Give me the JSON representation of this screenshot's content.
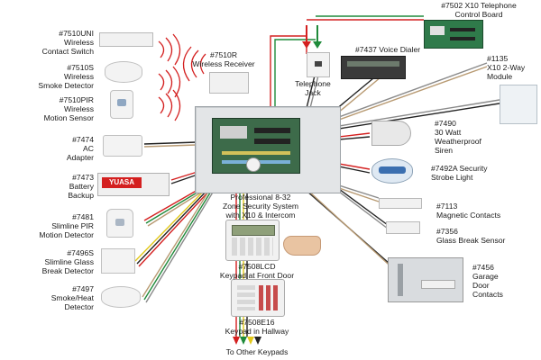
{
  "labels": {
    "contact_switch": "#7510UNI\nWireless\nContact Switch",
    "smoke_detector": "#7510S\nWireless\nSmoke Detector",
    "motion_sensor": "#7510PIR\nWireless\nMotion Sensor",
    "ac_adapter": "#7474\nAC\nAdapter",
    "battery": "#7473\nBattery\nBackup",
    "pir_detector": "#7481\nSlimline PIR\nMotion Detector",
    "glass_detector": "#7496S\nSlimline Glass\nBreak Detector",
    "smoke_heat": "#7497\nSmoke/Heat\nDetector",
    "receiver": "#7510R\nWireless Receiver",
    "phone_jack": "Telephone\nJack",
    "voice_dialer": "#7437 Voice Dialer",
    "telephone_board": "#7502 X10 Telephone\nControl Board",
    "x10_module": "#1135\nX10 2-Way\nModule",
    "siren": "#7490\n30 Watt\nWeatherproof\nSiren",
    "strobe": "#7492A Security\nStrobe Light",
    "magnetic": "#7113\nMagnetic Contacts",
    "glass_sensor": "#7356\nGlass Break Sensor",
    "garage": "#7456\nGarage\nDoor\nContacts",
    "security_system": "Professional 8-32\nZone Security System\nwith X10 & Intercom",
    "keypad_front": "#7508LCD\nKeypad at Front Door",
    "keypad_hallway": "#7508E16\nKeypad in Hallway",
    "other_keypads": "To Other Keypads"
  },
  "battery_brand": "YUASA",
  "wire_colors": {
    "red": "#d42020",
    "green": "#1f8a3a",
    "yellow": "#e2c81a",
    "black": "#222222",
    "tan": "#b89a72",
    "gray": "#8a8a8a"
  }
}
